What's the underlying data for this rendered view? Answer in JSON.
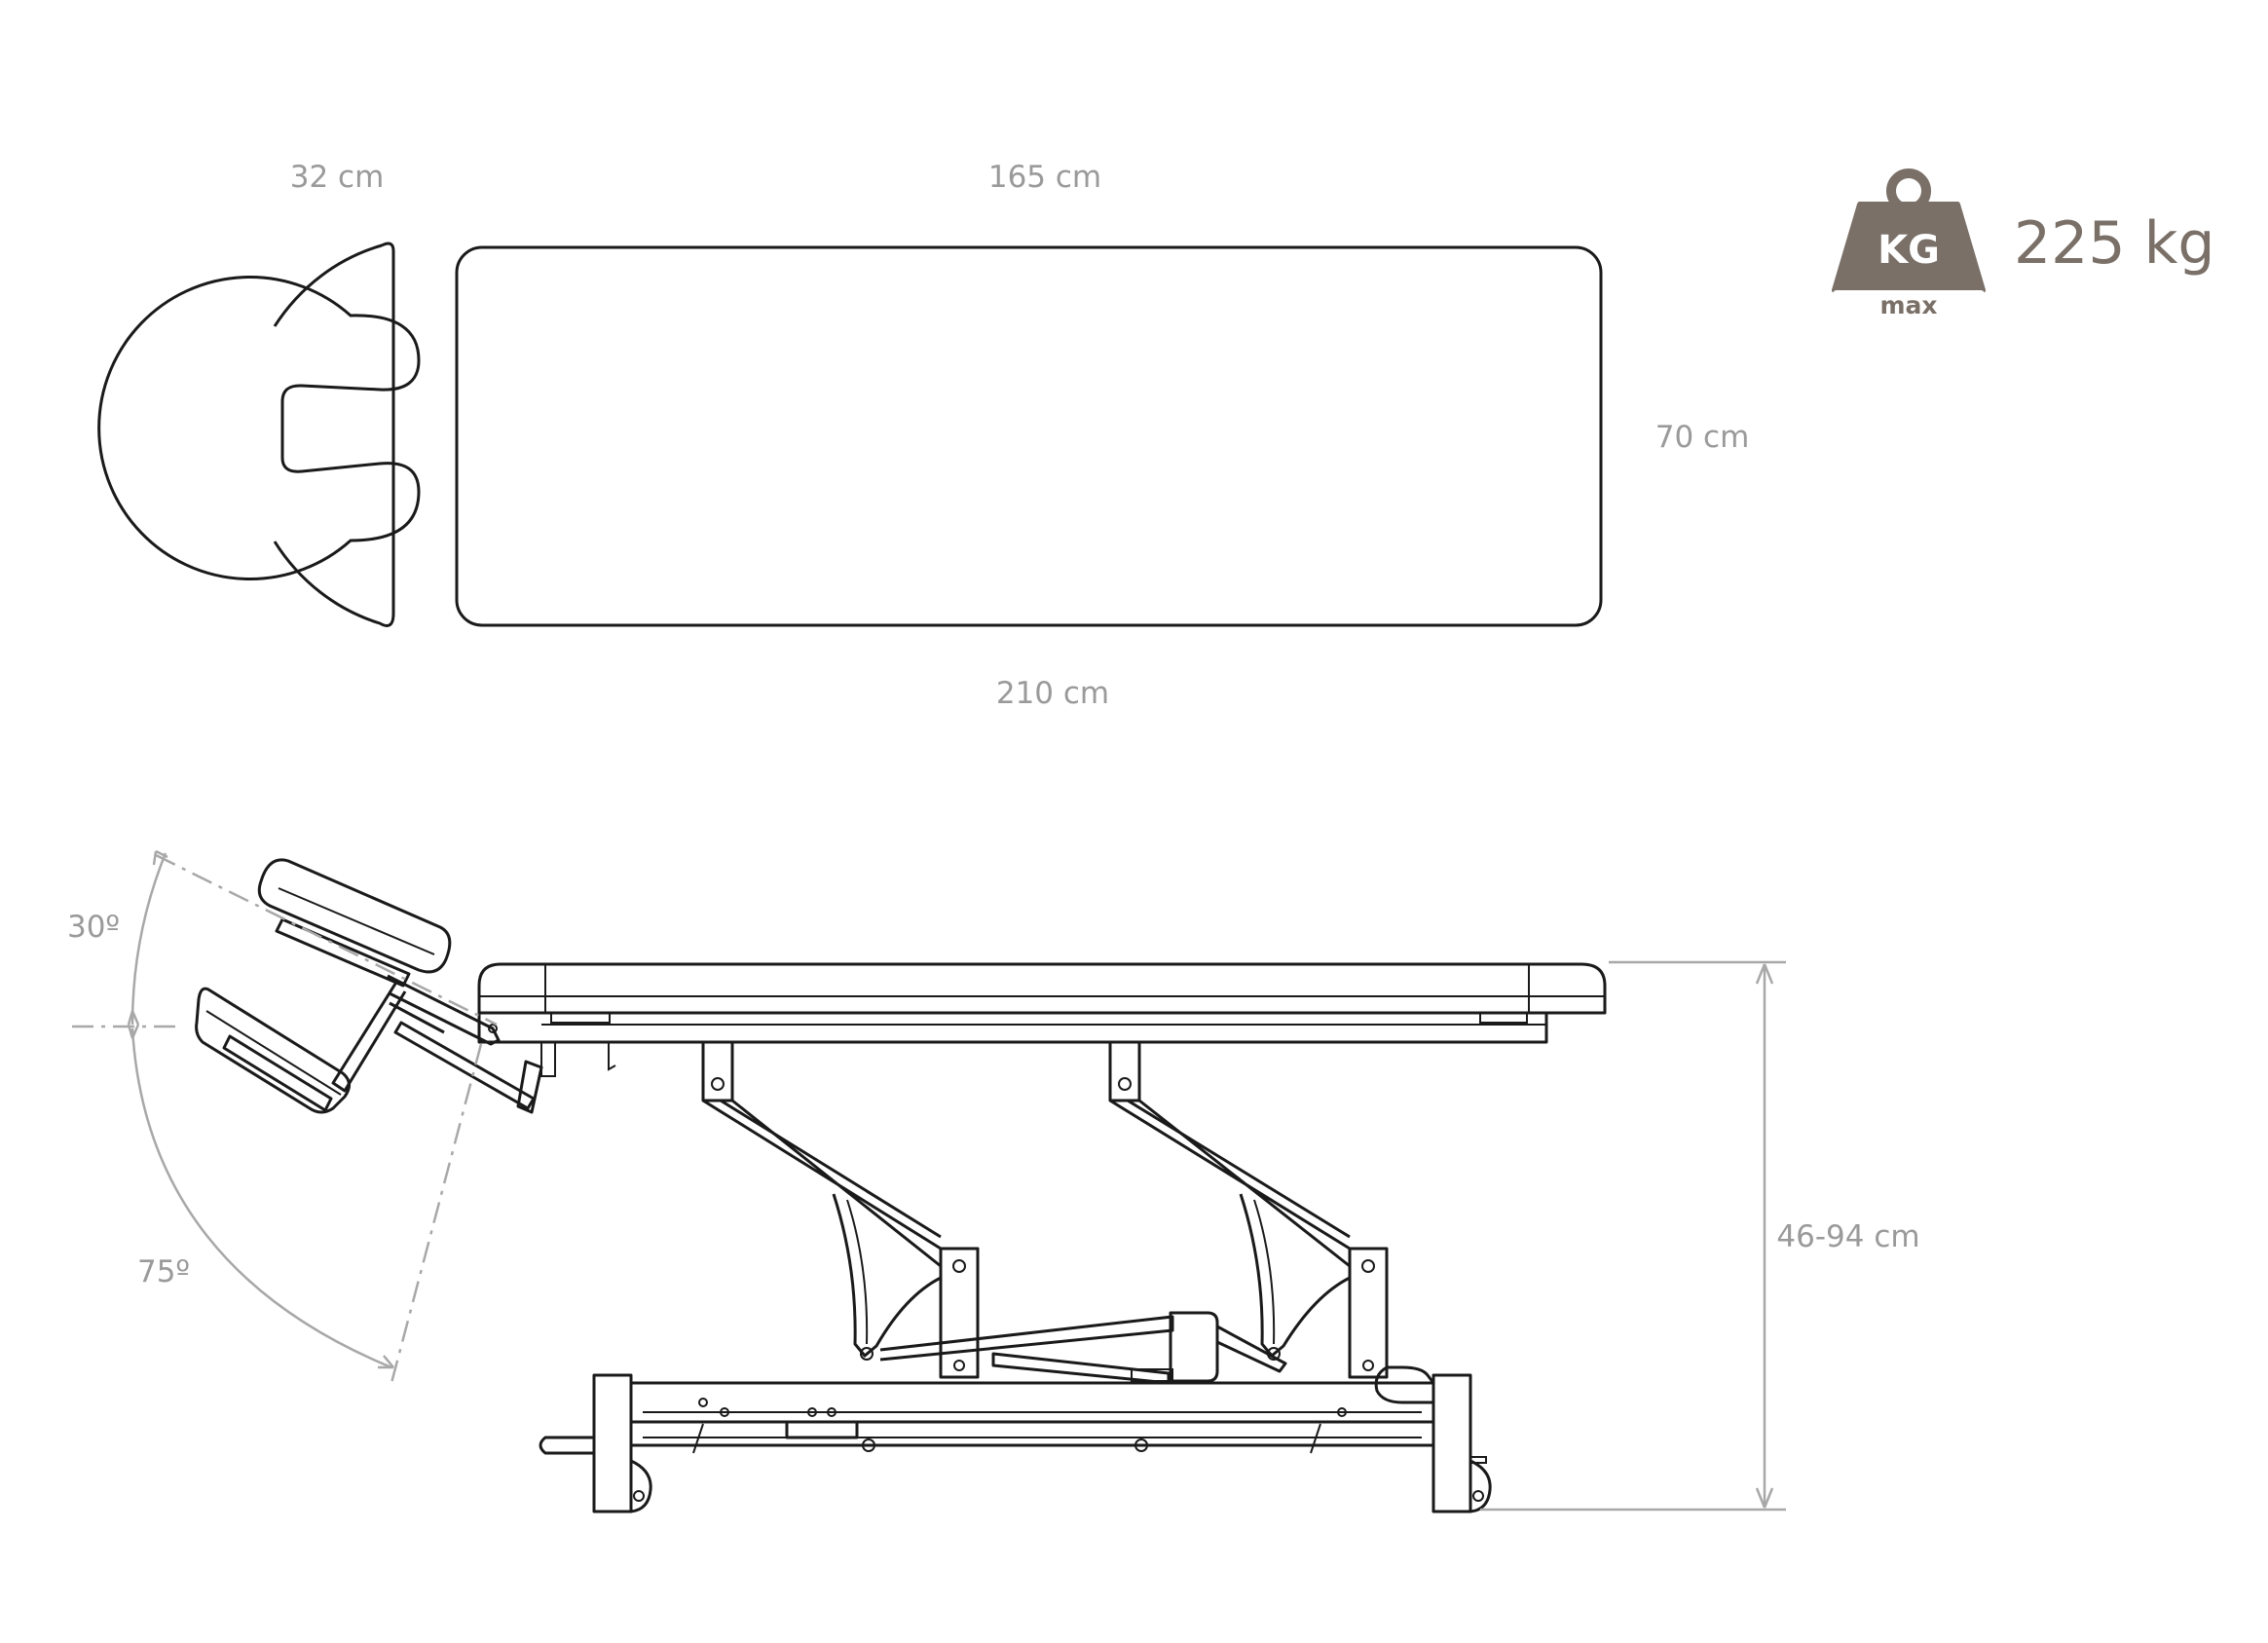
{
  "dimensions": {
    "headrest_length": "32 cm",
    "top_length": "165 cm",
    "top_width": "70 cm",
    "total_length": "210 cm",
    "height_range": "46-94 cm"
  },
  "angles": {
    "up": "30º",
    "down": "75º"
  },
  "max_load": {
    "icon": "weight-kg-icon",
    "icon_text": "KG",
    "icon_subtext": "max",
    "value": "225 kg"
  },
  "colors": {
    "icon": "#7a7068",
    "dimension_text": "#9a9a9a",
    "outline": "#1a1a1a"
  }
}
